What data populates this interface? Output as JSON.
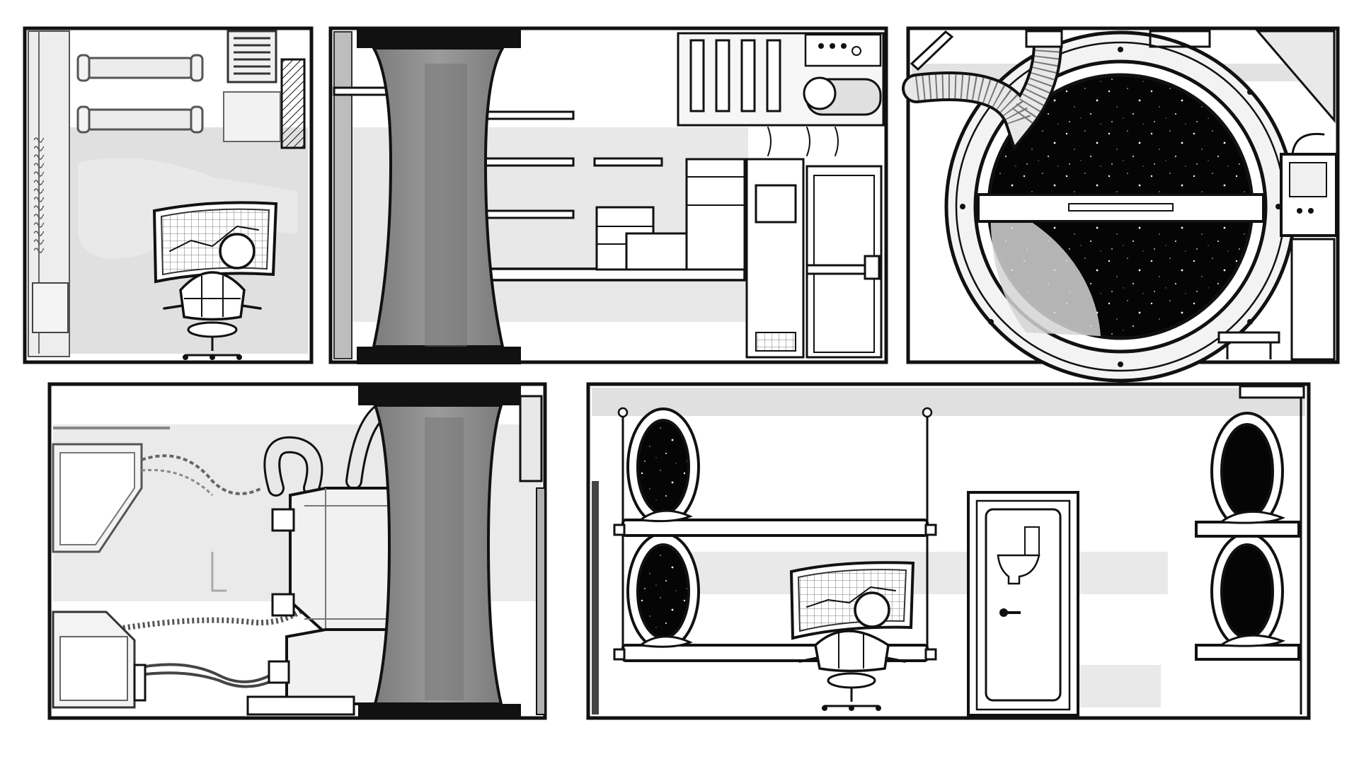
{
  "scene": {
    "type": "spaceship-cross-section",
    "style": "grayscale hand-drawn line art",
    "colors": {
      "ink": "#111111",
      "wall": "#ffffff",
      "floor_shadow": "#cfcfcf",
      "shaft": "#8a8a8a",
      "metal": "#e6e6e6",
      "space": "#050505",
      "panel_bg": "#ffffff"
    }
  },
  "rooms": [
    {
      "id": "control-room",
      "icons": [
        "pipe-icon",
        "vent-icon",
        "monitor-icon",
        "office-chair-icon",
        "crew-member-icon"
      ]
    },
    {
      "id": "storage-shaft-room",
      "icons": [
        "elevator-shaft-icon",
        "shelf-icon",
        "crate-icon",
        "control-panel-icon",
        "locker-icon"
      ]
    },
    {
      "id": "observation-room",
      "icons": [
        "porthole-icon",
        "starfield-icon",
        "duct-icon",
        "wall-terminal-icon",
        "stool-icon"
      ]
    },
    {
      "id": "engine-room",
      "icons": [
        "engine-pod-icon",
        "cable-icon",
        "hose-icon",
        "elevator-shaft-icon"
      ]
    },
    {
      "id": "crew-quarters",
      "icons": [
        "bunk-bed-icon",
        "sleeping-pod-window-icon",
        "door-icon",
        "toilet-sign-icon",
        "monitor-icon",
        "office-chair-icon",
        "crew-member-icon"
      ]
    }
  ]
}
